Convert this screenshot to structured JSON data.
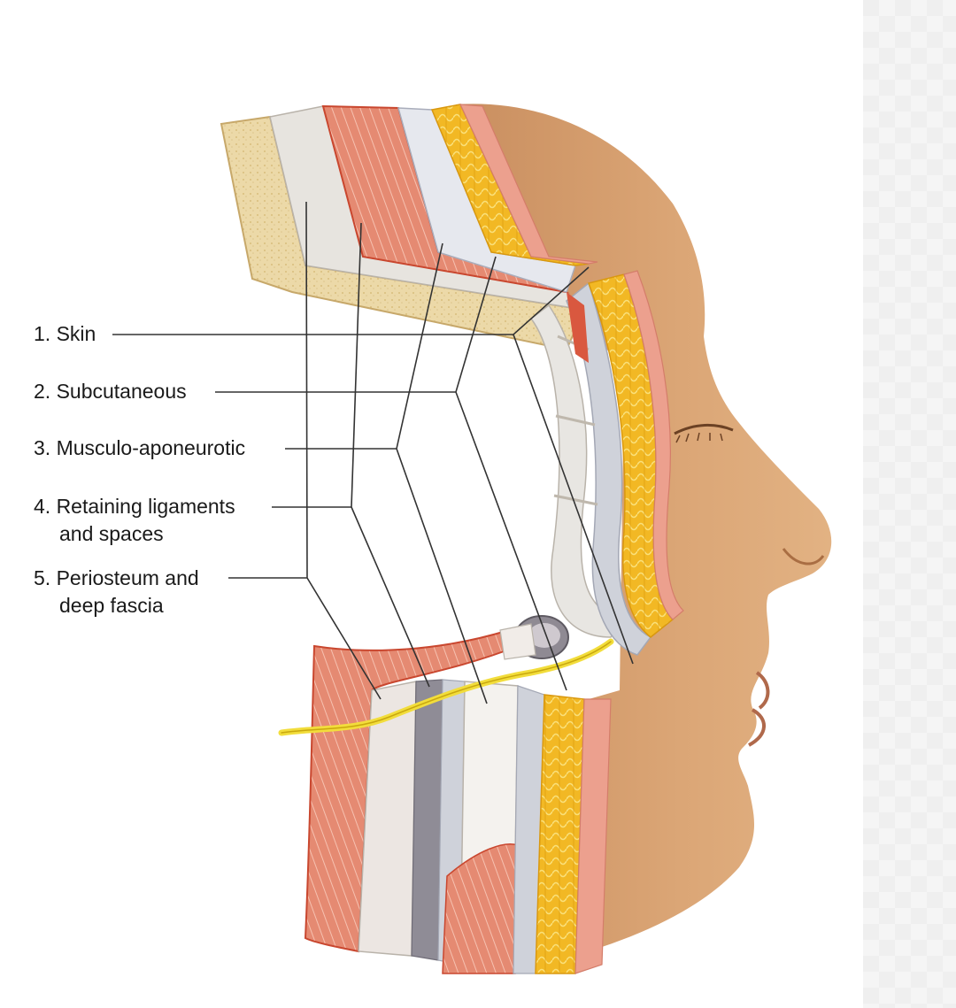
{
  "labels": [
    {
      "line1": "1. Skin",
      "line2": ""
    },
    {
      "line1": "2. Subcutaneous",
      "line2": ""
    },
    {
      "line1": "3. Musculo-aponeurotic",
      "line2": ""
    },
    {
      "line1": "4. Retaining ligaments",
      "line2": "and spaces"
    },
    {
      "line1": "5. Periosteum and",
      "line2": "deep fascia"
    }
  ],
  "colors": {
    "skin_tone": "#d9a173",
    "skin_dermis": "#eca08e",
    "fat": "#f0b41c",
    "muscle": "#d9583f",
    "fascia": "#c9ccd6",
    "bone": "#e9d6a3",
    "nerve": "#f2dd3b",
    "leader_line": "#333333"
  },
  "icons": {
    "illustration": "facial-soft-tissue-layers-diagram"
  }
}
